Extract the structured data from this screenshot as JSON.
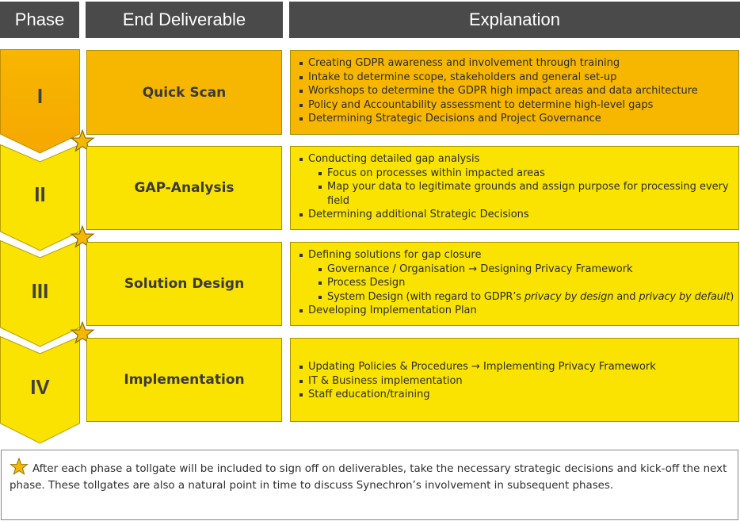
{
  "headers": {
    "phase": "Phase",
    "deliverable": "End Deliverable",
    "explanation": "Explanation"
  },
  "colors": {
    "header_bg": "#4a4a4a",
    "phase1_orange": "#f7b600",
    "phase_yellow": "#fae300",
    "star": "#f5b800"
  },
  "phases": [
    {
      "numeral": "I",
      "deliverable": "Quick Scan",
      "items": [
        "Creating GDPR awareness and involvement through training",
        "Intake to determine scope, stakeholders and general set-up",
        "Workshops to determine the GDPR high impact areas and data architecture",
        "Policy and Accountability assessment to determine high-level gaps",
        "Determining Strategic Decisions and Project Governance"
      ]
    },
    {
      "numeral": "II",
      "deliverable": "GAP-Analysis",
      "items": [
        "Conducting detailed gap analysis",
        "Focus on processes within impacted areas",
        "Map your data to legitimate grounds and assign purpose for processing every field",
        "Determining additional Strategic Decisions"
      ]
    },
    {
      "numeral": "III",
      "deliverable": "Solution Design",
      "items": [
        "Defining solutions for gap closure",
        "Governance / Organisation → Designing Privacy Framework",
        "Process Design",
        "System Design (with regard to GDPR’s ",
        "privacy by design",
        " and ",
        "privacy by default",
        ")",
        "Developing Implementation Plan"
      ]
    },
    {
      "numeral": "IV",
      "deliverable": "Implementation",
      "items": [
        "Updating Policies & Procedures → Implementing Privacy Framework",
        "IT & Business implementation",
        "Staff education/training"
      ]
    }
  ],
  "footnote": {
    "icon": "star-icon",
    "text": "After each phase a tollgate will be included to sign off on deliverables, take the necessary strategic decisions and kick-off the next phase. These tollgates are also a natural point in time to discuss Synechron’s involvement in subsequent phases."
  }
}
